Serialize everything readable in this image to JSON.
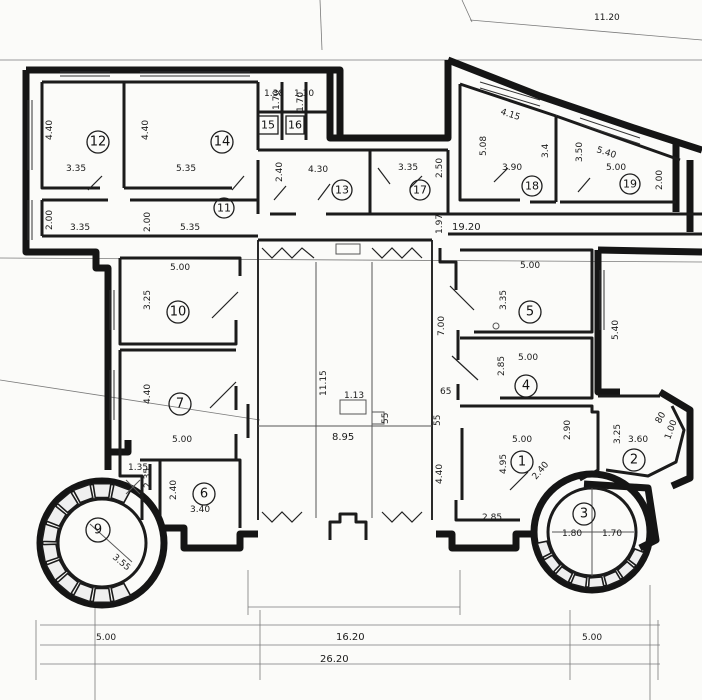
{
  "rooms": [
    {
      "id": "r12",
      "label": "12"
    },
    {
      "id": "r14",
      "label": "14"
    },
    {
      "id": "r15",
      "label": "15"
    },
    {
      "id": "r16",
      "label": "16"
    },
    {
      "id": "r11",
      "label": "11"
    },
    {
      "id": "r13",
      "label": "13"
    },
    {
      "id": "r17",
      "label": "17"
    },
    {
      "id": "r18",
      "label": "18"
    },
    {
      "id": "r19",
      "label": "19"
    },
    {
      "id": "r10",
      "label": "10"
    },
    {
      "id": "r7",
      "label": "7"
    },
    {
      "id": "r6",
      "label": "6"
    },
    {
      "id": "r9",
      "label": "9"
    },
    {
      "id": "r5",
      "label": "5"
    },
    {
      "id": "r4",
      "label": "4"
    },
    {
      "id": "r1",
      "label": "1"
    },
    {
      "id": "r2",
      "label": "2"
    },
    {
      "id": "r3",
      "label": "3"
    }
  ],
  "dimensions": {
    "d1120": "11.20",
    "d440a": "4.40",
    "d440b": "4.40",
    "d335a": "3.35",
    "d535a": "5.35",
    "d138": "1.38",
    "d130": "1.30",
    "d170a": "1.70",
    "d170b": "1.70",
    "d240a": "2.40",
    "d430": "4.30",
    "d335b": "3.35",
    "d250": "2.50",
    "d415": "4.15",
    "d508": "5.08",
    "d390": "3.90",
    "d34": "3.4",
    "d350": "3.50",
    "d540a": "5.40",
    "d500a": "5.00",
    "d200a": "2.00",
    "d200b": "2.00",
    "d335c": "3.35",
    "d200c": "2.00",
    "d535b": "5.35",
    "d197": "1.97",
    "d1920": "19.20",
    "d500b": "5.00",
    "d325a": "3.25",
    "d500c": "5.00",
    "d335d": "3.35",
    "d700": "7.00",
    "d540b": "5.40",
    "d285a": "2.85",
    "d500d": "5.00",
    "d115": "11.15",
    "d113": "1.13",
    "d65": "65",
    "d55a": "55",
    "d55b": "55",
    "d895": "8.95",
    "d440c": "4.40",
    "d500e": "5.00",
    "d290": "2.90",
    "d325b": "3.25",
    "d360": "3.60",
    "d80": "80",
    "d100": "1.00",
    "d495": "4.95",
    "d240b": "2.40",
    "d440d": "4.40",
    "d285b": "2.85",
    "d180": "1.80",
    "d170c": "1.70",
    "d340": "3.40",
    "d240c": "2.40",
    "d135": "1.35",
    "d235": "2.35",
    "d355": "3.55",
    "d500f": "5.00",
    "d1620": "16.20",
    "d500g": "5.00",
    "d2620": "26.20"
  }
}
